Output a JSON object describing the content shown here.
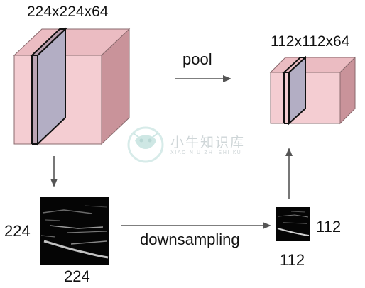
{
  "labels": {
    "input_volume": "224x224x64",
    "output_volume": "112x112x64",
    "pool": "pool",
    "downsampling": "downsampling",
    "input_slice_height": "224",
    "input_slice_width": "224",
    "output_slice_height": "112",
    "output_slice_width": "112"
  },
  "watermark": {
    "title": "小牛知识库",
    "subtitle": "XIAO NIU ZHI SHI KU"
  },
  "colors": {
    "cube_front": "#f3cbd0",
    "cube_top": "#e9bac0",
    "cube_side": "#c99097",
    "slice": "#b9b3c7",
    "arrow": "#555555",
    "map_background": "#050505"
  }
}
